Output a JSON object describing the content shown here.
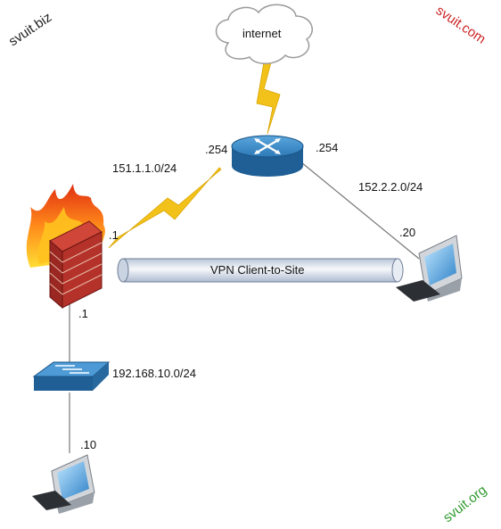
{
  "cloud": {
    "label": "internet"
  },
  "router": {
    "left_ip": ".254",
    "right_ip": ".254"
  },
  "links": {
    "wan_left": "151.1.1.0/24",
    "wan_right": "152.2.2.0/24",
    "lan": "192.168.10.0/24"
  },
  "firewall": {
    "wan_ip": ".1",
    "lan_ip": ".1"
  },
  "remote_client": {
    "ip": ".20"
  },
  "local_client": {
    "ip": ".10"
  },
  "vpn_tunnel": {
    "label": "VPN Client-to-Site"
  },
  "watermarks": {
    "top_left": "svuit.biz",
    "top_right": "svuit.com",
    "bottom_right": "svuit.org"
  },
  "colors": {
    "top_left_watermark": "#222222",
    "top_right_watermark": "#cc2222",
    "bottom_right_watermark": "#2e9a2e",
    "lightning": "#f2c21b",
    "device_blue": "#2f7fc0",
    "firewall_brick": "#b5322a"
  }
}
